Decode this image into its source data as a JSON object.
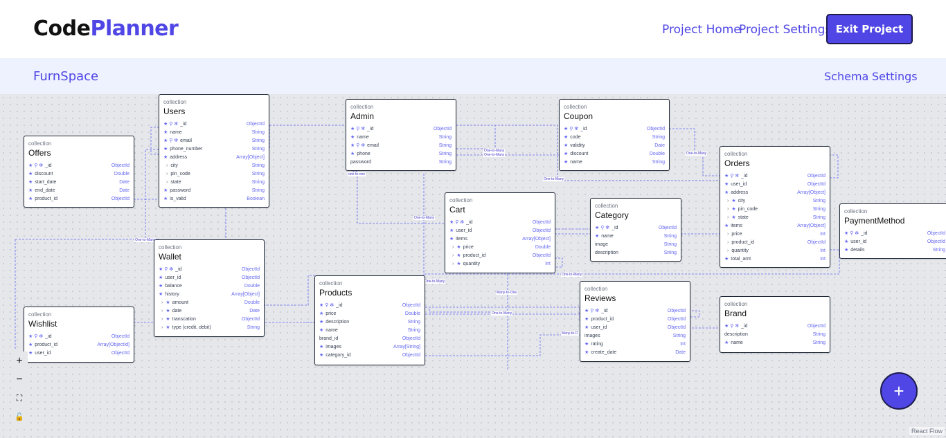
{
  "app": {
    "logo_part1": "Code",
    "logo_part2": "Planner"
  },
  "topnav": {
    "home": "Project Home",
    "settings": "Project Settings",
    "exit": "Exit Project"
  },
  "project": {
    "name": "FurnSpace",
    "schema": "Schema",
    "settings": "Settings"
  },
  "collections": [
    {
      "kind": "collection",
      "name": "Offers",
      "fields": [
        {
          "icons": "★ ⚲ ✻",
          "name": "_id",
          "type": "ObjectId"
        },
        {
          "icons": "★",
          "name": "discount",
          "type": "Double"
        },
        {
          "icons": "★",
          "name": "start_date",
          "type": "Date"
        },
        {
          "icons": "★",
          "name": "end_date",
          "type": "Date"
        },
        {
          "icons": "★",
          "name": "product_id",
          "type": "ObjectId"
        }
      ]
    },
    {
      "kind": "collection",
      "name": "Users",
      "fields": [
        {
          "icons": "★ ⚲ ✻",
          "name": "_id",
          "type": "ObjectId"
        },
        {
          "icons": "★",
          "name": "name",
          "type": "String"
        },
        {
          "icons": "★ ⚲ ✻",
          "name": "email",
          "type": "String"
        },
        {
          "icons": "★",
          "name": "phone_number",
          "type": "String"
        },
        {
          "icons": "★",
          "name": "address",
          "type": "Array[Object]"
        },
        {
          "icons": "",
          "chev": "›",
          "name": "city",
          "type": "String"
        },
        {
          "icons": "",
          "chev": "›",
          "name": "pin_code",
          "type": "String"
        },
        {
          "icons": "",
          "chev": "›",
          "name": "state",
          "type": "String"
        },
        {
          "icons": "★",
          "name": "password",
          "type": "String"
        },
        {
          "icons": "★",
          "name": "is_valid",
          "type": "Boolean"
        }
      ]
    },
    {
      "kind": "collection",
      "name": "Admin",
      "fields": [
        {
          "icons": "★ ⚲ ✻",
          "name": "_id",
          "type": "ObjectId"
        },
        {
          "icons": "★",
          "name": "name",
          "type": "String"
        },
        {
          "icons": "★ ⚲ ✻",
          "name": "email",
          "type": "String"
        },
        {
          "icons": "★",
          "name": "phone",
          "type": "String"
        },
        {
          "icons": "",
          "name": "password",
          "type": "String"
        }
      ]
    },
    {
      "kind": "collection",
      "name": "Coupon",
      "fields": [
        {
          "icons": "★ ⚲ ✻",
          "name": "_id",
          "type": "ObjectId"
        },
        {
          "icons": "★",
          "name": "code",
          "type": "String"
        },
        {
          "icons": "★",
          "name": "validity",
          "type": "Date"
        },
        {
          "icons": "★",
          "name": "discount",
          "type": "Double"
        },
        {
          "icons": "★",
          "name": "name",
          "type": "String"
        }
      ]
    },
    {
      "kind": "collection",
      "name": "Orders",
      "fields": [
        {
          "icons": "★ ⚲ ✻",
          "name": "_id",
          "type": "ObjectId"
        },
        {
          "icons": "★",
          "name": "user_id",
          "type": "ObjectId"
        },
        {
          "icons": "★",
          "name": "address",
          "type": "Array[Object]"
        },
        {
          "icons": "★",
          "chev": "›",
          "name": "city",
          "type": "String"
        },
        {
          "icons": "★",
          "chev": "›",
          "name": "pin_code",
          "type": "String"
        },
        {
          "icons": "★",
          "chev": "›",
          "name": "state",
          "type": "String"
        },
        {
          "icons": "★",
          "name": "items",
          "type": "Array[Object]"
        },
        {
          "icons": "",
          "chev": "›",
          "name": "price",
          "type": "Int"
        },
        {
          "icons": "",
          "chev": "›",
          "name": "product_id",
          "type": "ObjectId"
        },
        {
          "icons": "",
          "chev": "›",
          "name": "quantity",
          "type": "Int"
        },
        {
          "icons": "★",
          "name": "total_amt",
          "type": "Int"
        }
      ]
    },
    {
      "kind": "collection",
      "name": "Cart",
      "fields": [
        {
          "icons": "★ ⚲ ✻",
          "name": "_id",
          "type": "ObjectId"
        },
        {
          "icons": "★",
          "name": "user_id",
          "type": "ObjectId"
        },
        {
          "icons": "★",
          "name": "items",
          "type": "Array[Object]"
        },
        {
          "icons": "★",
          "chev": "›",
          "name": "price",
          "type": "Double"
        },
        {
          "icons": "★",
          "chev": "›",
          "name": "product_id",
          "type": "ObjectId"
        },
        {
          "icons": "★",
          "chev": "›",
          "name": "quantity",
          "type": "Int"
        }
      ]
    },
    {
      "kind": "collection",
      "name": "Category",
      "fields": [
        {
          "icons": "★ ⚲ ✻",
          "name": "_id",
          "type": "ObjectId"
        },
        {
          "icons": "★",
          "name": "name",
          "type": "String"
        },
        {
          "icons": "",
          "name": "image",
          "type": "String"
        },
        {
          "icons": "",
          "name": "description",
          "type": "String"
        }
      ]
    },
    {
      "kind": "collection",
      "name": "PaymentMethod",
      "fields": [
        {
          "icons": "★ ⚲ ✻",
          "name": "_id",
          "type": "ObjectId"
        },
        {
          "icons": "★",
          "name": "user_id",
          "type": "ObjectId"
        },
        {
          "icons": "★",
          "name": "details",
          "type": "String"
        }
      ]
    },
    {
      "kind": "collection",
      "name": "Wallet",
      "fields": [
        {
          "icons": "★ ⚲ ✻",
          "name": "_id",
          "type": "ObjectId"
        },
        {
          "icons": "★",
          "name": "user_id",
          "type": "ObjectId"
        },
        {
          "icons": "★",
          "name": "balance",
          "type": "Double"
        },
        {
          "icons": "★",
          "name": "history",
          "type": "Array[Object]"
        },
        {
          "icons": "★",
          "chev": "›",
          "name": "amount",
          "type": "Double"
        },
        {
          "icons": "★",
          "chev": "›",
          "name": "date",
          "type": "Date"
        },
        {
          "icons": "★",
          "chev": "›",
          "name": "transcation",
          "type": "ObjectId"
        },
        {
          "icons": "★",
          "chev": "›",
          "name": "type (credit, debit)",
          "type": "String"
        }
      ]
    },
    {
      "kind": "collection",
      "name": "Products",
      "fields": [
        {
          "icons": "★ ⚲ ✻",
          "name": "_id",
          "type": "ObjectId"
        },
        {
          "icons": "★",
          "name": "price",
          "type": "Double"
        },
        {
          "icons": "★",
          "name": "description",
          "type": "String"
        },
        {
          "icons": "★",
          "name": "name",
          "type": "String"
        },
        {
          "icons": "",
          "name": "brand_id",
          "type": "ObjectId"
        },
        {
          "icons": "★",
          "name": "images",
          "type": "Array[String]"
        },
        {
          "icons": "★",
          "name": "category_id",
          "type": "ObjectId"
        }
      ]
    },
    {
      "kind": "collection",
      "name": "Reviews",
      "fields": [
        {
          "icons": "★ ⚲ ✻",
          "name": "_id",
          "type": "ObjectId"
        },
        {
          "icons": "★",
          "name": "product_id",
          "type": "ObjectId"
        },
        {
          "icons": "★",
          "name": "user_id",
          "type": "ObjectId"
        },
        {
          "icons": "",
          "name": "images",
          "type": "String"
        },
        {
          "icons": "★",
          "name": "rating",
          "type": "Int"
        },
        {
          "icons": "★",
          "name": "create_date",
          "type": "Date"
        }
      ]
    },
    {
      "kind": "collection",
      "name": "Brand",
      "fields": [
        {
          "icons": "★ ⚲ ✻",
          "name": "_id",
          "type": "ObjectId"
        },
        {
          "icons": "",
          "name": "description",
          "type": "String"
        },
        {
          "icons": "★",
          "name": "name",
          "type": "String"
        }
      ]
    },
    {
      "kind": "collection",
      "name": "Wishlist",
      "fields": [
        {
          "icons": "★ ⚲ ✻",
          "name": "_id",
          "type": "ObjectId"
        },
        {
          "icons": "★",
          "name": "product_id",
          "type": "Array[ObjectId]"
        },
        {
          "icons": "★",
          "name": "user_id",
          "type": "ObjectId"
        }
      ]
    }
  ],
  "edge_labels": [
    "One-to-Many",
    "One-to-Many",
    "one-to-one",
    "One-to-Many",
    "One-to-Many",
    "One-to-Many",
    "One-to-Many",
    "One-to-Many",
    "Many-to-One",
    "One-to-Many",
    "Many-to-O",
    "One-to-Many"
  ],
  "controls": {
    "zoom_in": "+",
    "zoom_out": "−",
    "fit": "⛶",
    "lock": "🔓"
  },
  "fab": "+",
  "attribution": "React Flow",
  "colors": {
    "accent": "#4f46e5",
    "edge": "#6366f1"
  }
}
